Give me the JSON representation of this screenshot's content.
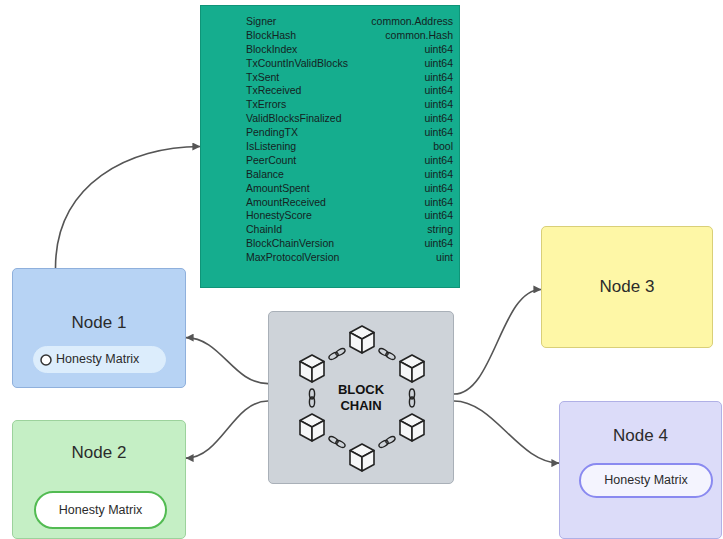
{
  "diagram": {
    "nodes": [
      {
        "text": [
          "Signer",
          "common.Address",
          "BlockHash",
          "common.Hash",
          "BlockIndex",
          "uint64",
          "TxCountInValidBlocks",
          "uint64",
          "TxSent",
          "uint64",
          "TxReceived",
          "uint64",
          "TxErrors",
          "uint64",
          "ValidBlocksFinalized",
          "uint64",
          "PendingTX",
          "uint64",
          "IsListening",
          "bool",
          "PeerCount",
          "uint64",
          "Balance",
          "uint64",
          "AmountSpent",
          "uint64",
          "AmountReceived",
          "uint64",
          "HonestyScore",
          "uint64",
          "ChainId",
          "string",
          "BlockChainVersion",
          "uint64",
          "MaxProtocolVersion",
          "uint"
        ]
      },
      {
        "text": [
          "Node 1"
        ]
      },
      {
        "text": [
          "Honesty Matrix"
        ],
        "in": 1
      },
      {
        "text": [
          "Node 3"
        ]
      },
      {
        "text": [
          "BLOCK CHAIN"
        ]
      },
      {
        "text": [
          "Node 2"
        ]
      },
      {
        "text": [
          "Honesty Matrix"
        ],
        "in": 5
      },
      {
        "text": [
          "Node 4"
        ]
      },
      {
        "text": [
          "Honesty Matrix"
        ],
        "in": 7
      }
    ],
    "edges": [
      {
        "from": 1,
        "to": 0,
        "arrow": "to"
      },
      {
        "from": 4,
        "to": 1,
        "arrow": "to"
      },
      {
        "from": 4,
        "to": 5,
        "arrow": "to"
      },
      {
        "from": 4,
        "to": 3,
        "arrow": "to"
      },
      {
        "from": 4,
        "to": 7,
        "arrow": "to"
      }
    ]
  }
}
